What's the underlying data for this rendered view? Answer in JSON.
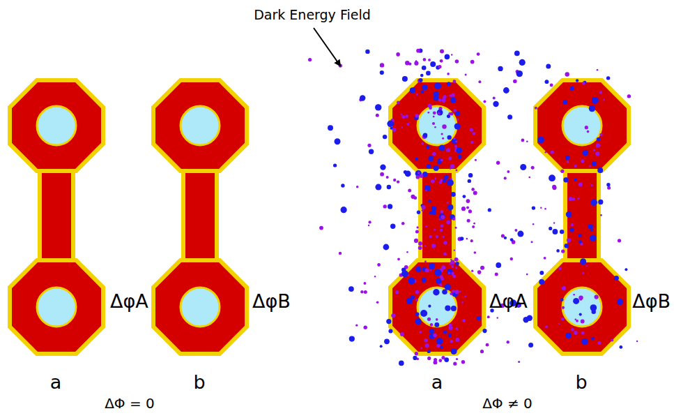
{
  "diagram": {
    "labels": [
      "Dark Energy Field",
      "ΔφA",
      "ΔφB",
      "a",
      "b",
      "ΔΦ = 0",
      "ΔφA",
      "ΔφB",
      "a",
      "b",
      "ΔΦ ≠ 0"
    ]
  }
}
